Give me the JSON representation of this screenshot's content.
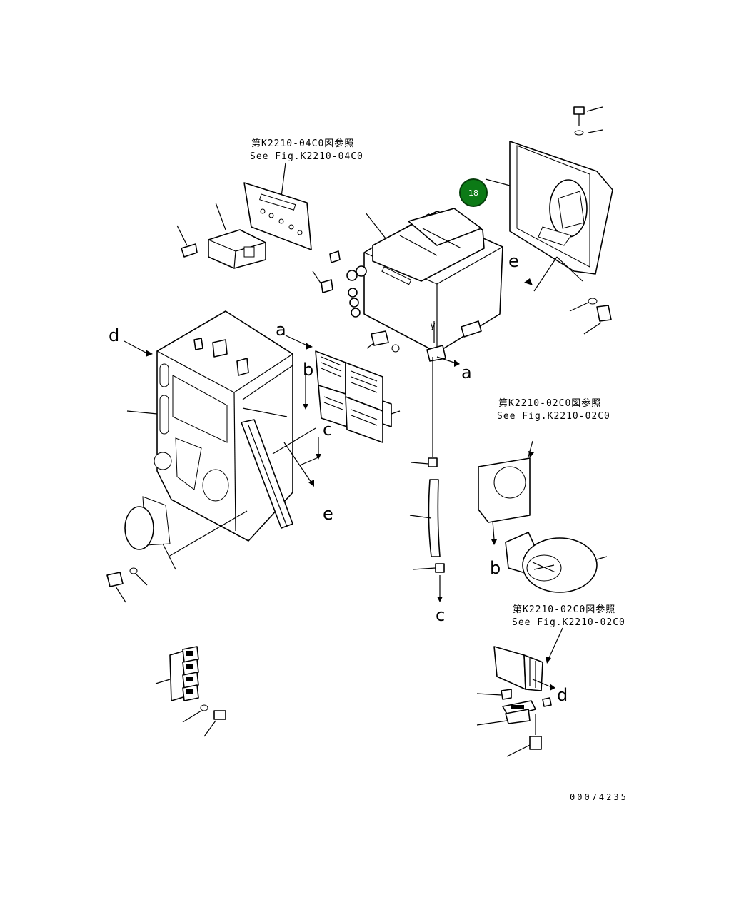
{
  "references": [
    {
      "jp": "第K2210-04C0図参照",
      "en": "See Fig.K2210-04C0"
    },
    {
      "jp": "第K2210-02C0図参照",
      "en": "See Fig.K2210-02C0"
    },
    {
      "jp": "第K2210-02C0図参照",
      "en": "See Fig.K2210-02C0"
    }
  ],
  "callout_letters": {
    "d1": "d",
    "a1": "a",
    "a2": "a",
    "b1": "b",
    "c1": "c",
    "e1": "e",
    "e2": "e",
    "b2": "b",
    "c2": "c",
    "d2": "d",
    "y1": "y"
  },
  "badge": {
    "label": "18",
    "color": "#0c7a16"
  },
  "figure_number": "00074235"
}
